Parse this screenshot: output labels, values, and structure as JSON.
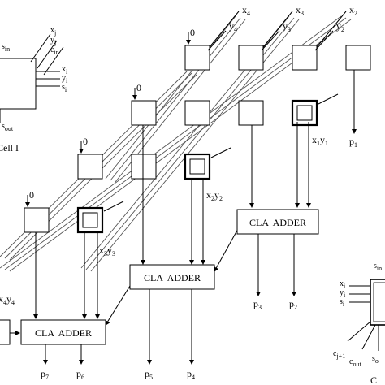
{
  "cell_left": {
    "caption": "Cell I",
    "inputs": [
      {
        "base": "x",
        "sub": "j"
      },
      {
        "base": "y",
        "sub": "j"
      },
      {
        "base": "c",
        "sub": "in"
      }
    ],
    "in_sum": {
      "base": "s",
      "sub": "in"
    },
    "outputs": [
      {
        "base": "x",
        "sub": "i"
      },
      {
        "base": "y",
        "sub": "i"
      },
      {
        "base": "s",
        "sub": "i"
      }
    ],
    "out_sum": {
      "base": "s",
      "sub": "out"
    }
  },
  "cell_right": {
    "caption": "C",
    "in_sum": {
      "base": "s",
      "sub": "in"
    },
    "inputs": [
      {
        "base": "x",
        "sub": "i"
      },
      {
        "base": "y",
        "sub": "i"
      },
      {
        "base": "s",
        "sub": "i"
      }
    ],
    "carry_next": {
      "base": "c",
      "sub": "j+1"
    },
    "carry_out": {
      "base": "c",
      "sub": "out"
    },
    "sum_out": {
      "base": "s",
      "sub": "o"
    }
  },
  "top_inputs": [
    {
      "base": "x",
      "sub": "4"
    },
    {
      "base": "x",
      "sub": "3"
    },
    {
      "base": "x",
      "sub": "2"
    },
    {
      "base": "y",
      "sub": "4"
    },
    {
      "base": "y",
      "sub": "3"
    },
    {
      "base": "y",
      "sub": "2"
    }
  ],
  "zero_label": "0",
  "diag_labels": [
    {
      "a": "x",
      "as": "1",
      "b": "y",
      "bs": "1"
    },
    {
      "a": "x",
      "as": "2",
      "b": "y",
      "bs": "2"
    },
    {
      "a": "x",
      "as": "3",
      "b": "y",
      "bs": "3"
    },
    {
      "a": "x",
      "as": "4",
      "b": "y",
      "bs": "4"
    }
  ],
  "adders": [
    "CLA  ADDER",
    "CLA  ADDER",
    "CLA  ADDER"
  ],
  "products": [
    {
      "base": "p",
      "sub": "1"
    },
    {
      "base": "p",
      "sub": "2"
    },
    {
      "base": "p",
      "sub": "3"
    },
    {
      "base": "p",
      "sub": "4"
    },
    {
      "base": "p",
      "sub": "5"
    },
    {
      "base": "p",
      "sub": "6"
    },
    {
      "base": "p",
      "sub": "7"
    }
  ]
}
